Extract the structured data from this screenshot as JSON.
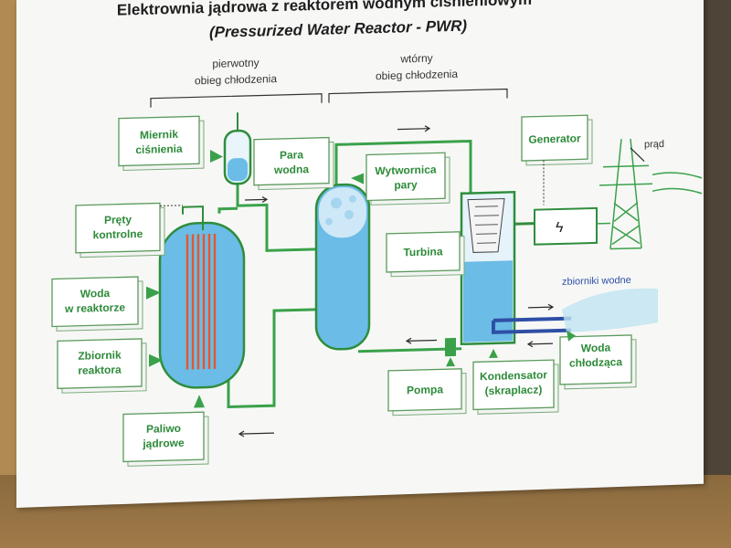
{
  "title": {
    "line1": "Elektrownia jądrowa z reaktorem wodnym ciśnieniowym",
    "line2": "(Pressurized Water Reactor - PWR)"
  },
  "circuits": {
    "primary": [
      "pierwotny",
      "obieg chłodzenia"
    ],
    "secondary": [
      "wtórny",
      "obieg chłodzenia"
    ]
  },
  "labels": {
    "pressure_gauge": [
      "Miernik",
      "ciśnienia"
    ],
    "steam": [
      "Para",
      "wodna"
    ],
    "steam_generator": [
      "Wytwornica",
      "pary"
    ],
    "generator": [
      "Generator"
    ],
    "current": "prąd",
    "control_rods": [
      "Pręty",
      "kontrolne"
    ],
    "reactor_water": [
      "Woda",
      "w reaktorze"
    ],
    "reactor_vessel": [
      "Zbiornik",
      "reaktora"
    ],
    "fuel_rods": [
      "Paliwo",
      "jądrowe"
    ],
    "turbine": [
      "Turbina"
    ],
    "reservoir": "zbiorniki wodne",
    "pump": [
      "Pompa"
    ],
    "condenser": [
      "Kondensator",
      "(skraplacz)"
    ],
    "cooling_water": [
      "Woda",
      "chłodząca"
    ]
  },
  "colors": {
    "accent_green": "#2e8b3a",
    "water_blue": "#6bbce6",
    "fuel_rod": "#e4572e"
  }
}
